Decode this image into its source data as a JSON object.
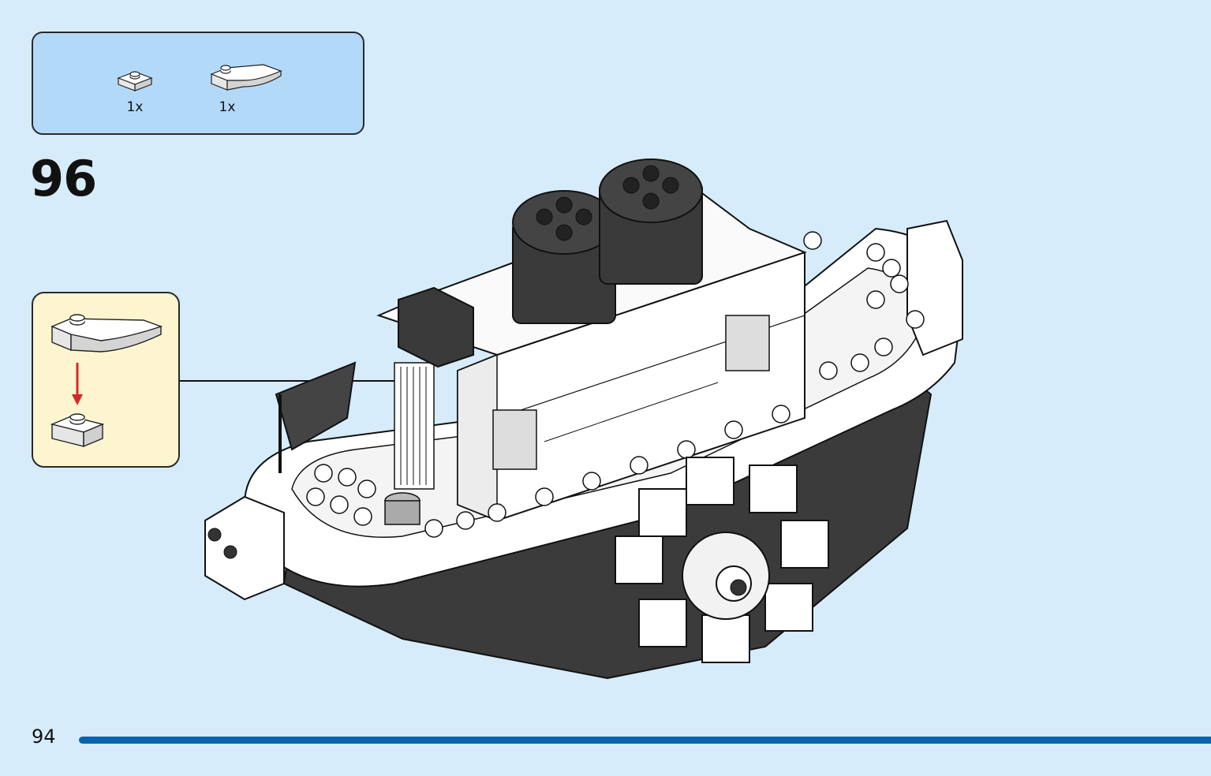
{
  "parts_list": {
    "items": [
      {
        "icon": "plate-1x1-icon",
        "quantity": "1x"
      },
      {
        "icon": "curved-slope-plate-icon",
        "quantity": "1x"
      }
    ]
  },
  "step": {
    "number": "96"
  },
  "page": {
    "number": "94"
  },
  "colors": {
    "background": "#d6ecfb",
    "parts_box": "#b3d9f8",
    "callout": "#fdf5cf",
    "bar": "#0b62ad",
    "arrow": "#d22a2a"
  }
}
